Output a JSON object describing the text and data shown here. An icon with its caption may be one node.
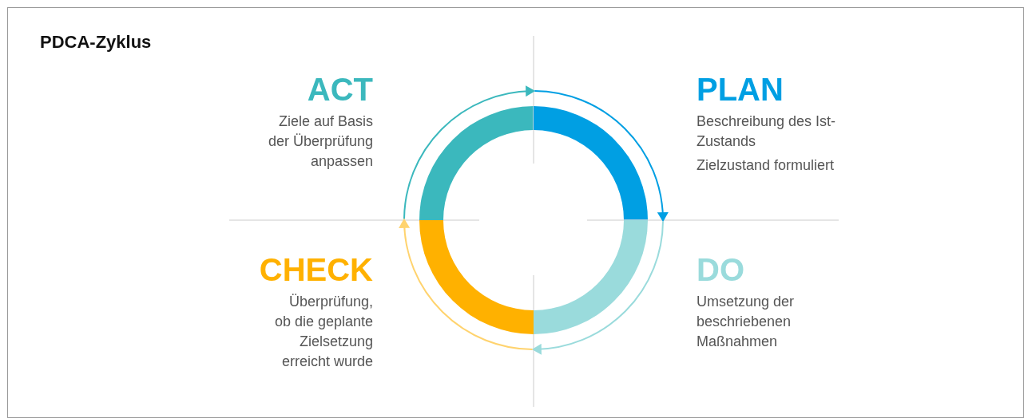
{
  "diagram": {
    "title": "PDCA-Zyklus",
    "nodes": [
      {
        "text": [
          "ACT",
          "Ziele auf Basis der Überprüfung anpassen"
        ]
      },
      {
        "text": [
          "PLAN",
          "Beschreibung des Ist-Zustands",
          "Zielzustand formuliert"
        ]
      },
      {
        "text": [
          "CHECK",
          "Überprüfung, ob die geplante Zielsetzung erreicht wurde"
        ]
      },
      {
        "text": [
          "DO",
          "Umsetzung der beschriebenen Maßnahmen"
        ]
      }
    ],
    "edges": [
      {
        "from": 0,
        "to": 1,
        "arrow": "to",
        "color": "#3bb8bd"
      },
      {
        "from": 1,
        "to": 3,
        "arrow": "to",
        "color": "#009fe3"
      },
      {
        "from": 3,
        "to": 2,
        "arrow": "to",
        "color": "#9adbdc"
      },
      {
        "from": 2,
        "to": 0,
        "arrow": "to",
        "color": "#ffd36e"
      }
    ]
  }
}
